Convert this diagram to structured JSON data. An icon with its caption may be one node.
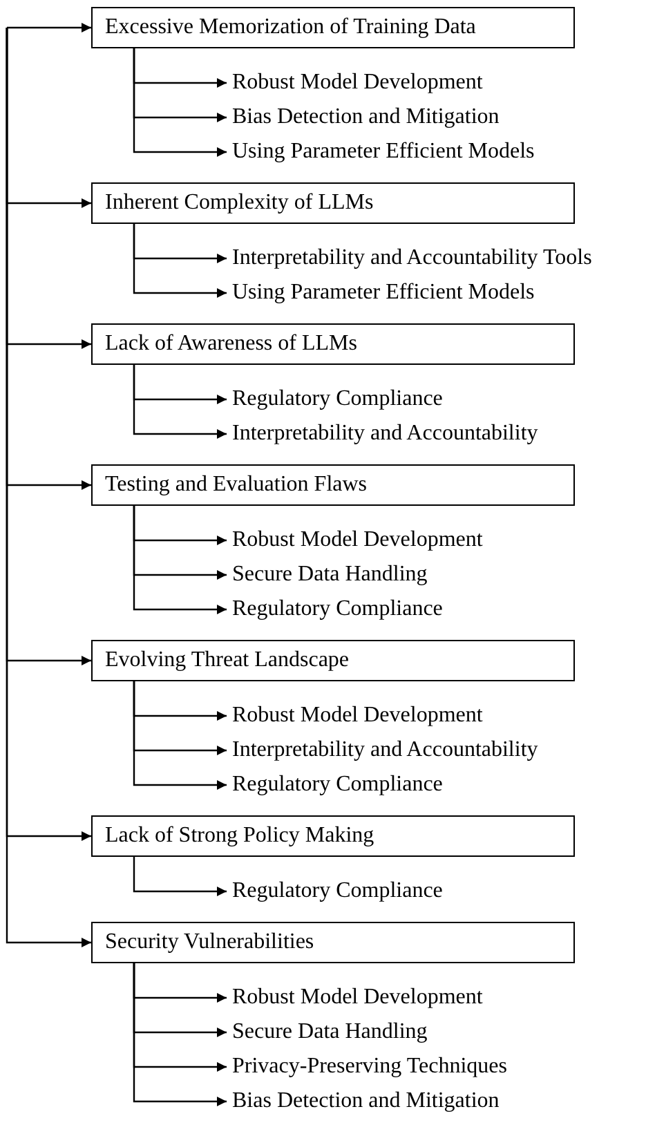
{
  "diagram": {
    "nodes": [
      {
        "text": [
          "Excessive Memorization of Training Data"
        ]
      },
      {
        "text": [
          "Robust Model Development"
        ]
      },
      {
        "text": [
          "Bias Detection and Mitigation"
        ]
      },
      {
        "text": [
          "Using Parameter Efficient Models"
        ]
      },
      {
        "text": [
          "Inherent Complexity of LLMs"
        ]
      },
      {
        "text": [
          "Interpretability and Accountability Tools"
        ]
      },
      {
        "text": [
          "Using Parameter Efficient Models"
        ]
      },
      {
        "text": [
          "Lack of Awareness of LLMs"
        ]
      },
      {
        "text": [
          "Regulatory Compliance"
        ]
      },
      {
        "text": [
          "Interpretability and Accountability"
        ]
      },
      {
        "text": [
          "Testing and Evaluation Flaws"
        ]
      },
      {
        "text": [
          "Robust Model Development"
        ]
      },
      {
        "text": [
          "Secure Data Handling"
        ]
      },
      {
        "text": [
          "Regulatory Compliance"
        ]
      },
      {
        "text": [
          "Evolving Threat Landscape"
        ]
      },
      {
        "text": [
          "Robust Model Development"
        ]
      },
      {
        "text": [
          "Interpretability and Accountability"
        ]
      },
      {
        "text": [
          "Regulatory Compliance"
        ]
      },
      {
        "text": [
          "Lack of Strong Policy Making"
        ]
      },
      {
        "text": [
          "Regulatory Compliance"
        ]
      },
      {
        "text": [
          "Security Vulnerabilities"
        ]
      },
      {
        "text": [
          "Robust Model Development"
        ]
      },
      {
        "text": [
          "Secure Data Handling"
        ]
      },
      {
        "text": [
          "Privacy-Preserving Techniques"
        ]
      },
      {
        "text": [
          "Bias Detection and Mitigation"
        ]
      }
    ],
    "edges": [
      {
        "from": null,
        "to": 0,
        "arrow": "to"
      },
      {
        "from": 0,
        "to": 1,
        "arrow": "to"
      },
      {
        "from": 0,
        "to": 2,
        "arrow": "to"
      },
      {
        "from": 0,
        "to": 3,
        "arrow": "to"
      },
      {
        "from": null,
        "to": 4,
        "arrow": "to"
      },
      {
        "from": 4,
        "to": 5,
        "arrow": "to"
      },
      {
        "from": 4,
        "to": 6,
        "arrow": "to"
      },
      {
        "from": null,
        "to": 7,
        "arrow": "to"
      },
      {
        "from": 7,
        "to": 8,
        "arrow": "to"
      },
      {
        "from": 7,
        "to": 9,
        "arrow": "to"
      },
      {
        "from": null,
        "to": 10,
        "arrow": "to"
      },
      {
        "from": 10,
        "to": 11,
        "arrow": "to"
      },
      {
        "from": 10,
        "to": 12,
        "arrow": "to"
      },
      {
        "from": 10,
        "to": 13,
        "arrow": "to"
      },
      {
        "from": null,
        "to": 14,
        "arrow": "to"
      },
      {
        "from": 14,
        "to": 15,
        "arrow": "to"
      },
      {
        "from": 14,
        "to": 16,
        "arrow": "to"
      },
      {
        "from": 14,
        "to": 17,
        "arrow": "to"
      },
      {
        "from": null,
        "to": 18,
        "arrow": "to"
      },
      {
        "from": 18,
        "to": 19,
        "arrow": "to"
      },
      {
        "from": null,
        "to": 20,
        "arrow": "to"
      },
      {
        "from": 20,
        "to": 21,
        "arrow": "to"
      },
      {
        "from": 20,
        "to": 22,
        "arrow": "to"
      },
      {
        "from": 20,
        "to": 23,
        "arrow": "to"
      },
      {
        "from": 20,
        "to": 24,
        "arrow": "to"
      }
    ]
  }
}
